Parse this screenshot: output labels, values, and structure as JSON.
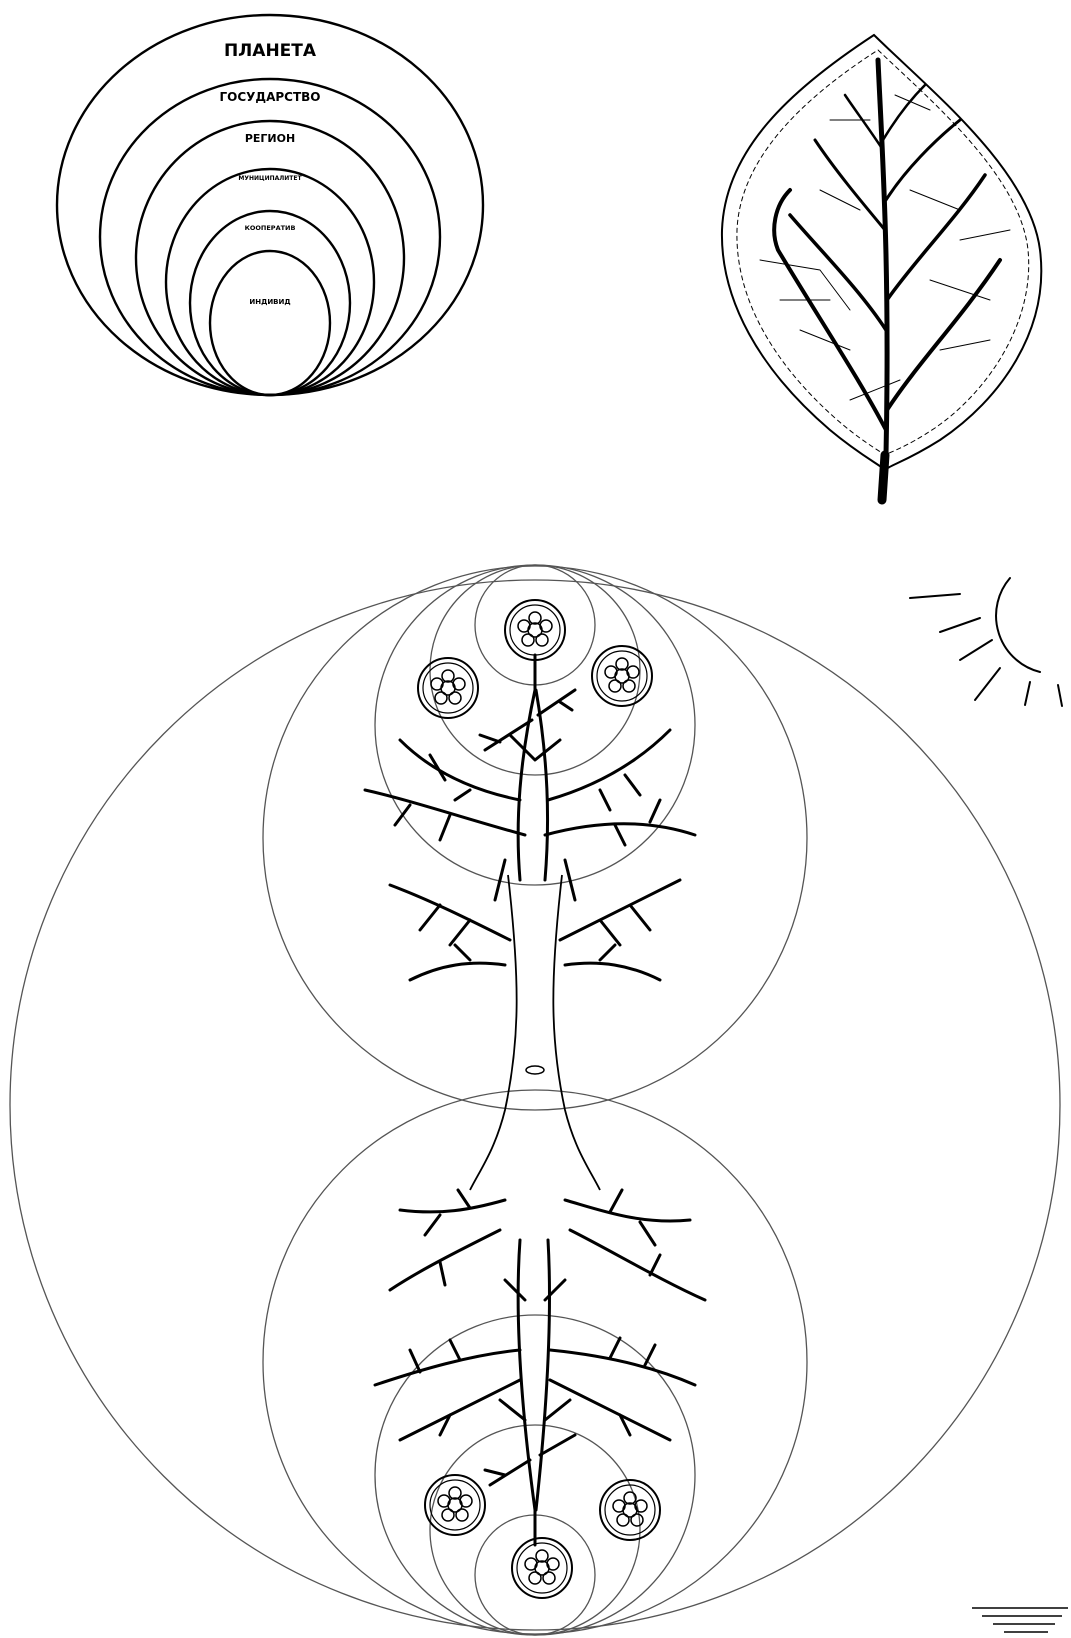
{
  "nested_diagram": {
    "levels": [
      {
        "label": "ПЛАНЕТА"
      },
      {
        "label": "ГОСУДАРСТВО"
      },
      {
        "label": "РЕГИОН"
      },
      {
        "label": "МУНИЦИПАЛИТЕТ"
      },
      {
        "label": "КООПЕРАТИВ"
      },
      {
        "label": "ИНДИВИД"
      }
    ]
  },
  "icons": {
    "leaf": "leaf-icon",
    "sun": "sun-icon",
    "ground": "ground-icon",
    "tree": "tree-roots-icon",
    "flower": "flower-icon"
  },
  "colors": {
    "ink": "#000000",
    "circle_stroke": "#555555",
    "background": "#ffffff"
  }
}
